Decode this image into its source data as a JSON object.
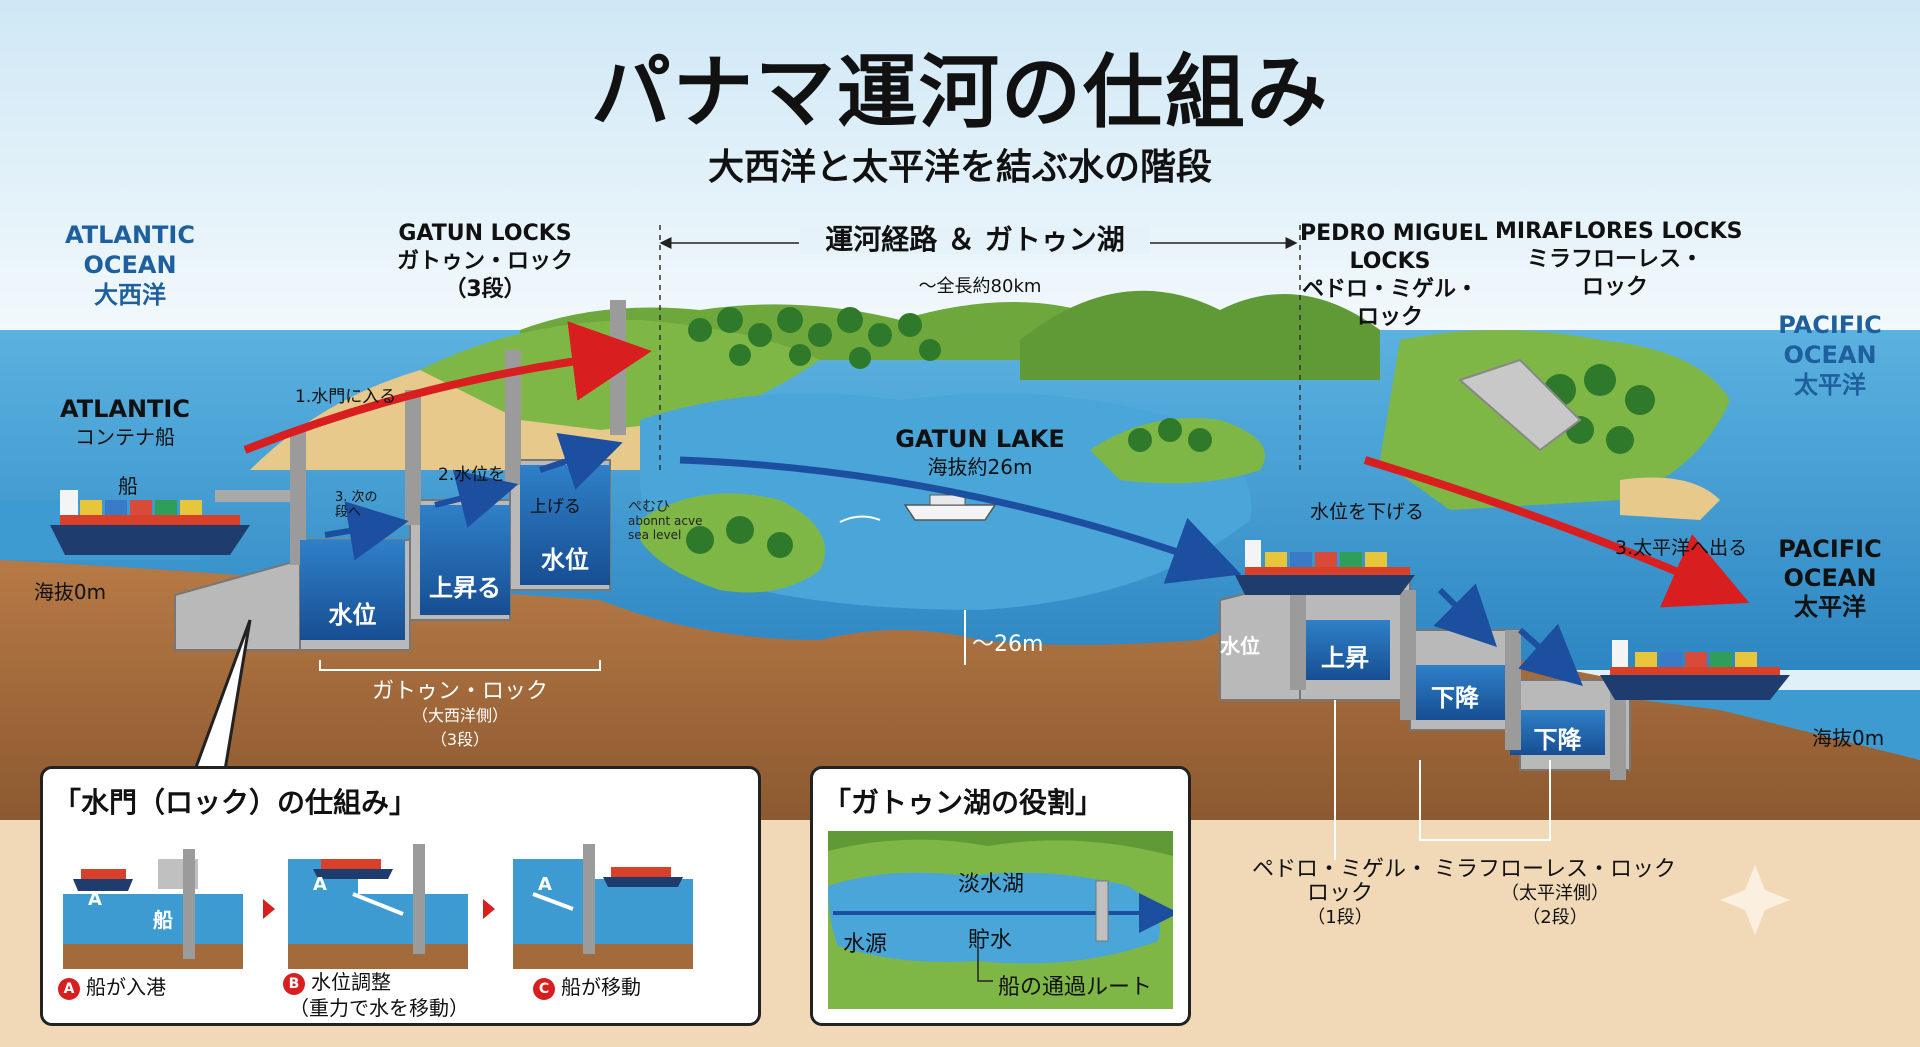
{
  "header": {
    "title": "パナマ運河の仕組み",
    "subtitle": "大西洋と太平洋を結ぶ水の階段"
  },
  "labels": {
    "atlantic_ocean": [
      "ATLANTIC",
      "OCEAN",
      "大西洋"
    ],
    "gatun_locks": [
      "GATUN LOCKS",
      "ガトゥン・ロック",
      "（3段）"
    ],
    "route": "運河経路 ＆ ガトゥン湖",
    "route_length": "～全長約80km",
    "pedro_miguel": [
      "PEDRO MIGUEL",
      "LOCKS",
      "ペドロ・ミゲル・",
      "ロック"
    ],
    "miraflores": [
      "MIRAFLORES LOCKS",
      "ミラフローレス・",
      "ロック"
    ],
    "pacific_ocean_top": [
      "PACIFIC",
      "OCEAN",
      "太平洋"
    ],
    "atlantic_ship": [
      "ATLANTIC",
      "コンテナ船"
    ],
    "ship": "船",
    "sea_level_left": "海抜0m",
    "step1": "1.水門に入る",
    "step2": "2.水位を",
    "step3": [
      "3. 次の",
      "段へ"
    ],
    "raise": "上げる",
    "chamber1": "水位",
    "chamber2": "上昇る",
    "chamber3": "水位",
    "above_sea": [
      "ぺむひ",
      "abonnt acve",
      "sea level"
    ],
    "gatun_lake": [
      "GATUN LAKE",
      "海抜約26m"
    ],
    "depth": "～26m",
    "lower_water": "水位を下げる",
    "water_level_right": "水位",
    "chamber_up": "上昇",
    "chamber_down1": "下降",
    "chamber_down2": "下降",
    "exit_pacific": "3.太平洋へ出る",
    "pacific_ocean_right": [
      "PACIFIC",
      "OCEAN",
      "太平洋"
    ],
    "sea_level_right": "海抜0m",
    "gatun_lock_bottom": [
      "ガトゥン・ロック",
      "（大西洋側）",
      "（3段）"
    ],
    "pedro_bottom": [
      "ペドロ・ミゲル・",
      "ロック",
      "（1段）"
    ],
    "miraflores_bottom": [
      "ミラフローレス・ロック",
      "（太平洋側）",
      "（2段）"
    ]
  },
  "lock_box": {
    "title": "「水門（ロック）の仕組み」",
    "panel_a_ship": "船",
    "letter_a": "A",
    "letter_b": "B",
    "letter_c": "C",
    "step_a": "船が入港",
    "step_b": [
      "水位調整",
      "（重力で水を移動）"
    ],
    "step_c": "船が移動"
  },
  "lake_box": {
    "title": "「ガトゥン湖の役割」",
    "freshwater": "淡水湖",
    "source": "水源",
    "storage": "貯水",
    "route": "船の通過ルート"
  },
  "colors": {
    "ocean": "#3d9bd1",
    "land": "#7fb747",
    "earth": "#a36a3c",
    "concrete": "#b9b9b9",
    "chamber_water": "#1f62a8",
    "red_arrow": "#d81e1e",
    "blue_arrow": "#1d4fa0"
  }
}
